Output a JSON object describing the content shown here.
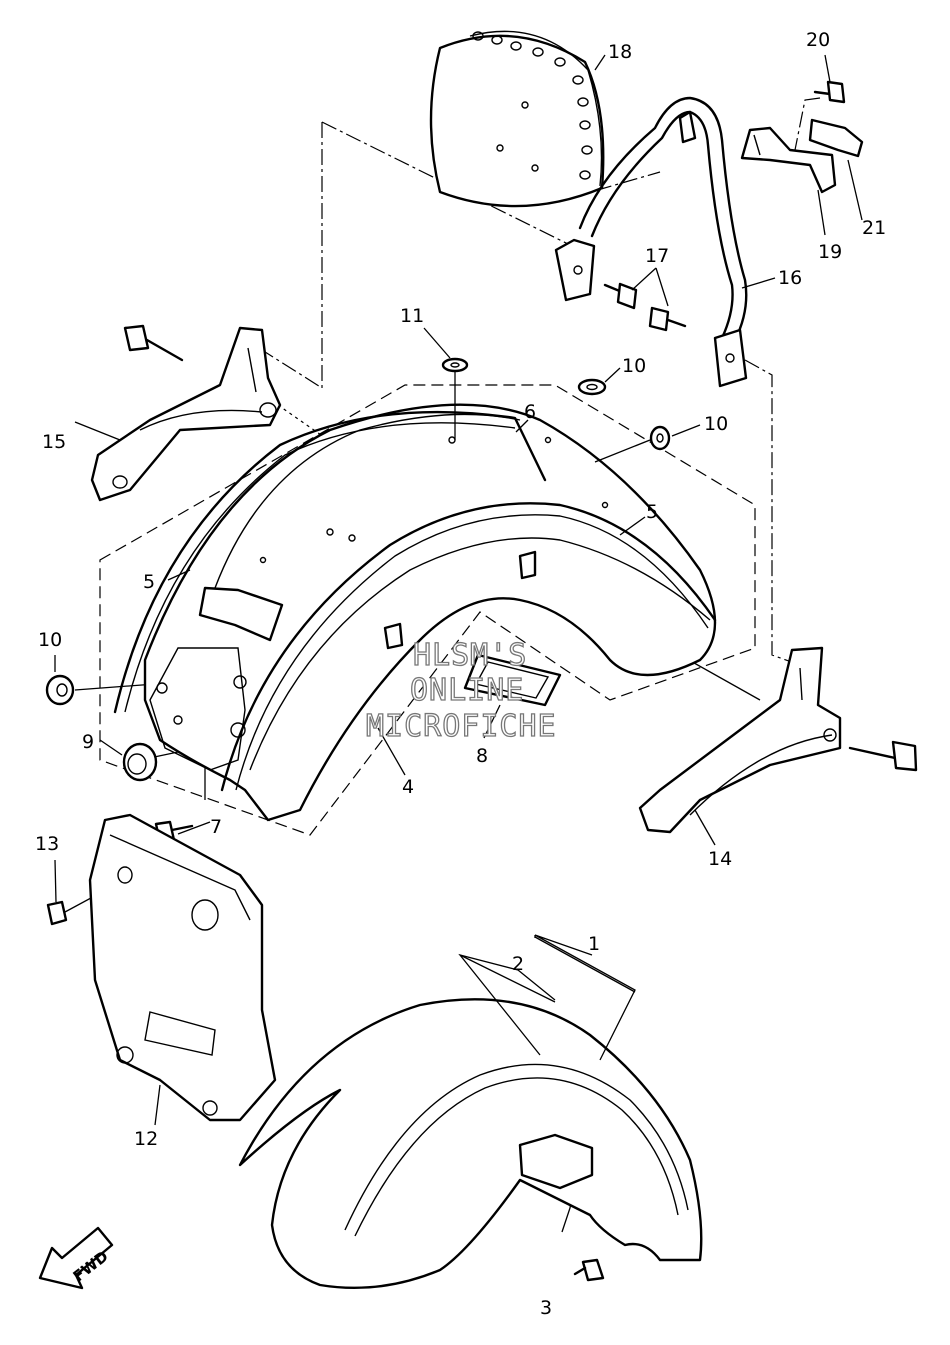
{
  "watermark": {
    "line1": "HLSM'S",
    "line2": "ONLINE",
    "line3": "MICROFICHE"
  },
  "direction_label": "FWD",
  "callouts": {
    "c1": "1",
    "c2": "2",
    "c3": "3",
    "c4": "4",
    "c5a": "5",
    "c5b": "5",
    "c6": "6",
    "c7": "7",
    "c8": "8",
    "c9": "9",
    "c10a": "10",
    "c10b": "10",
    "c10c": "10",
    "c11": "11",
    "c12": "12",
    "c13": "13",
    "c14": "14",
    "c15": "15",
    "c16": "16",
    "c17": "17",
    "c18": "18",
    "c19": "19",
    "c20": "20",
    "c21": "21"
  },
  "colors": {
    "line": "#000000",
    "background": "#ffffff",
    "watermark_outline": "#777777"
  }
}
